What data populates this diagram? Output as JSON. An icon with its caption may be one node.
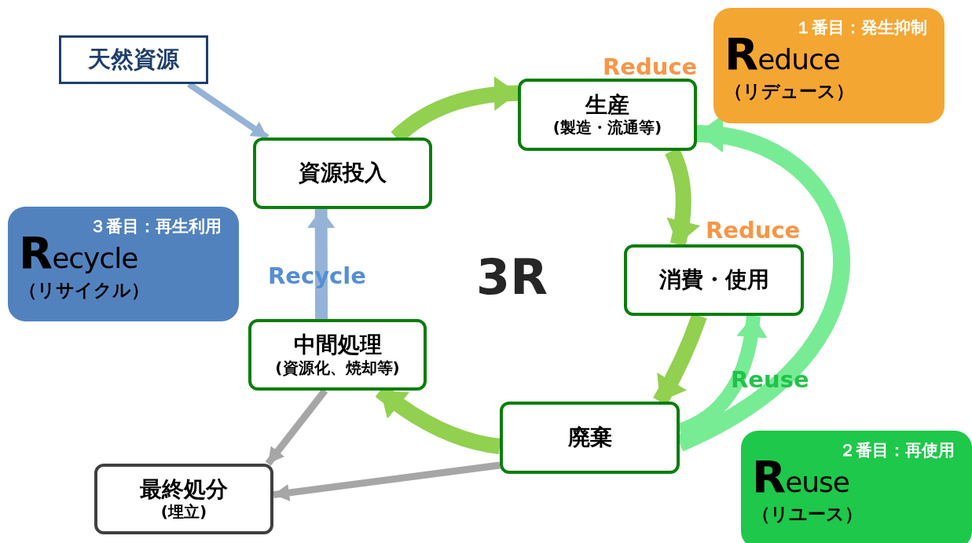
{
  "diagram": {
    "nodes": [
      {
        "text": [
          "天然資源"
        ]
      },
      {
        "text": [
          "資源投入"
        ]
      },
      {
        "text": [
          "生産",
          "(製造・流通等)"
        ]
      },
      {
        "text": [
          "消費・使用"
        ]
      },
      {
        "text": [
          "中間処理",
          "(資源化、焼却等)"
        ]
      },
      {
        "text": [
          "廃棄"
        ]
      },
      {
        "text": [
          "最終処分",
          "(埋立)"
        ]
      },
      {
        "text": [
          "１番目：発生抑制",
          "Reduce",
          "（リデュース）"
        ]
      },
      {
        "text": [
          "３番目：再生利用",
          "Recycle",
          "（リサイクル）"
        ]
      },
      {
        "text": [
          "２番目：再使用",
          "Reuse",
          "（リユース）"
        ]
      }
    ],
    "edges": [
      {
        "from": 0,
        "to": 1,
        "arrow": "to",
        "color": "#95b3d7"
      },
      {
        "from": 1,
        "to": 2,
        "arrow": "to",
        "label": "Reduce"
      },
      {
        "from": 2,
        "to": 3,
        "arrow": "to",
        "label": "Reduce"
      },
      {
        "from": 3,
        "to": 5,
        "arrow": "to"
      },
      {
        "from": 5,
        "to": 4,
        "arrow": "to"
      },
      {
        "from": 4,
        "to": 1,
        "arrow": "to",
        "color": "#95b3d7",
        "label": "Recycle"
      },
      {
        "from": 4,
        "to": 6,
        "arrow": "to",
        "color": "#a6a6a6"
      },
      {
        "from": 5,
        "to": 6,
        "arrow": "to",
        "color": "#a6a6a6"
      },
      {
        "from": 5,
        "to": 3,
        "arrow": "to",
        "color": "#77ec95",
        "label": "Reuse"
      },
      {
        "from": 5,
        "to": 2,
        "arrow": "to",
        "color": "#77ec95"
      }
    ],
    "labels": [
      "3R"
    ]
  }
}
